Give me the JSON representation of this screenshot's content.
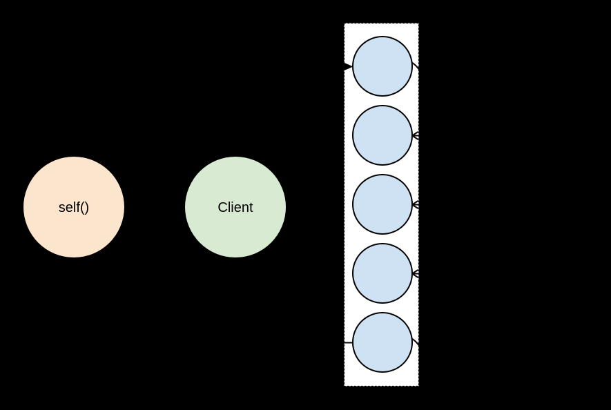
{
  "diagram": {
    "background_color": "#000000",
    "self_node": {
      "label": "self()",
      "fill": "#fce5cd",
      "text_color": "#000000"
    },
    "client_node": {
      "label": "Client",
      "fill": "#d9ead3",
      "text_color": "#000000"
    },
    "worker_pool": {
      "container_fill": "#ffffff",
      "container_border_color": "#000000",
      "container_border_style": "dashed",
      "worker_fill": "#cfe2f3",
      "worker_border_color": "#000000",
      "worker_count": 5
    },
    "connector_color": "#000000"
  }
}
